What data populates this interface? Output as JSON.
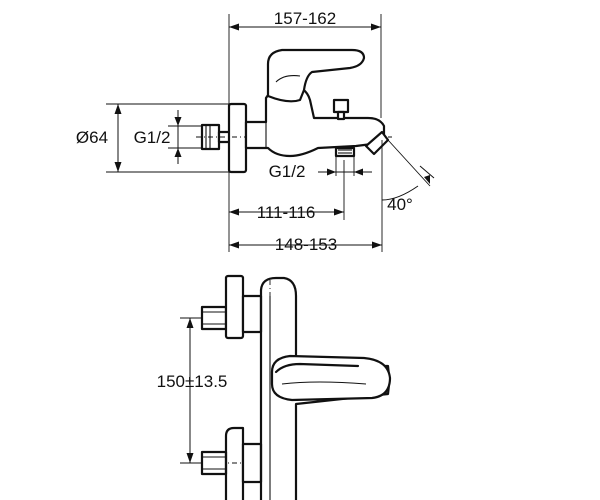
{
  "diagram": {
    "top_view": {
      "dim_overall_length": "157-162",
      "dim_body_diameter": "Ø64",
      "dim_inlet_thread": "G1/2",
      "dim_outlet_thread": "G1/2",
      "dim_outlet_position": "111-116",
      "dim_total_length": "148-153",
      "dim_spout_angle": "40°"
    },
    "front_view": {
      "dim_inlet_spacing": "150±13.5"
    }
  }
}
